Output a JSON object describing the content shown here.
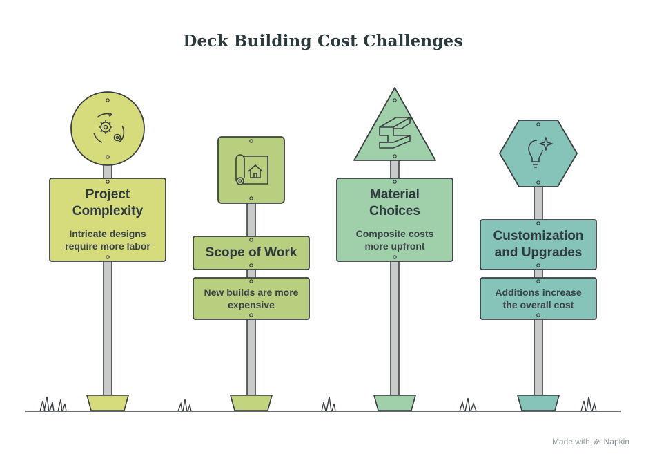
{
  "title": "Deck Building Cost Challenges",
  "signs": [
    {
      "title_line1": "Project",
      "title_line2": "Complexity",
      "desc_line1": "Intricate designs",
      "desc_line2": "require more labor",
      "icon": "gears-cycle-icon",
      "top_shape": "circle",
      "color": "#d6db7c"
    },
    {
      "title_line1": "Scope of Work",
      "title_line2": "",
      "desc_line1": "New builds are more",
      "desc_line2": "expensive",
      "icon": "blueprint-house-icon",
      "top_shape": "rounded-square",
      "color": "#b7cf7e"
    },
    {
      "title_line1": "Material",
      "title_line2": "Choices",
      "desc_line1": "Composite costs",
      "desc_line2": "more upfront",
      "icon": "steel-beam-icon",
      "top_shape": "triangle",
      "color": "#9fd0aa"
    },
    {
      "title_line1": "Customization",
      "title_line2": "and Upgrades",
      "desc_line1": "Additions increase",
      "desc_line2": "the overall cost",
      "icon": "lightbulb-sparkle-icon",
      "top_shape": "hexagon",
      "color": "#86c3b9"
    }
  ],
  "watermark": {
    "prefix": "Made with",
    "brand": "Napkin"
  }
}
